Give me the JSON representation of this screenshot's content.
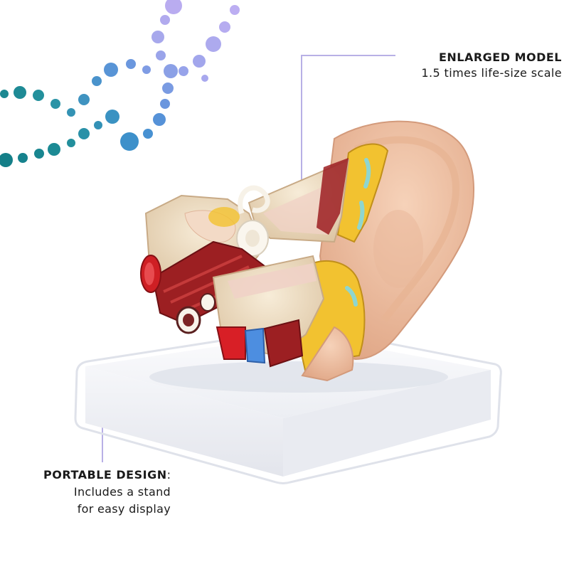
{
  "callouts": {
    "enlarged_model": {
      "heading": "ENLARGED MODEL",
      "description": "1.5 times life-size scale"
    },
    "portable_design": {
      "heading": "PORTABLE DESIGN",
      "heading_suffix": ":",
      "description_line1": "Includes a stand",
      "description_line2": "for easy display"
    }
  },
  "colors": {
    "leader_line": "#b8b0e6",
    "dots_teal": "#1f8a96",
    "dots_blue": "#4f8fd6",
    "dots_lavender": "#b8a8ee",
    "stand": "#f4f5f8",
    "skin": "#f1c3a6",
    "cartilage_yellow": "#f2c230",
    "muscle_red": "#9c1f22",
    "bone": "#efe0c5"
  },
  "icons": {
    "decoration": "dotted-helix-decoration",
    "model": "ear-anatomy-model"
  }
}
